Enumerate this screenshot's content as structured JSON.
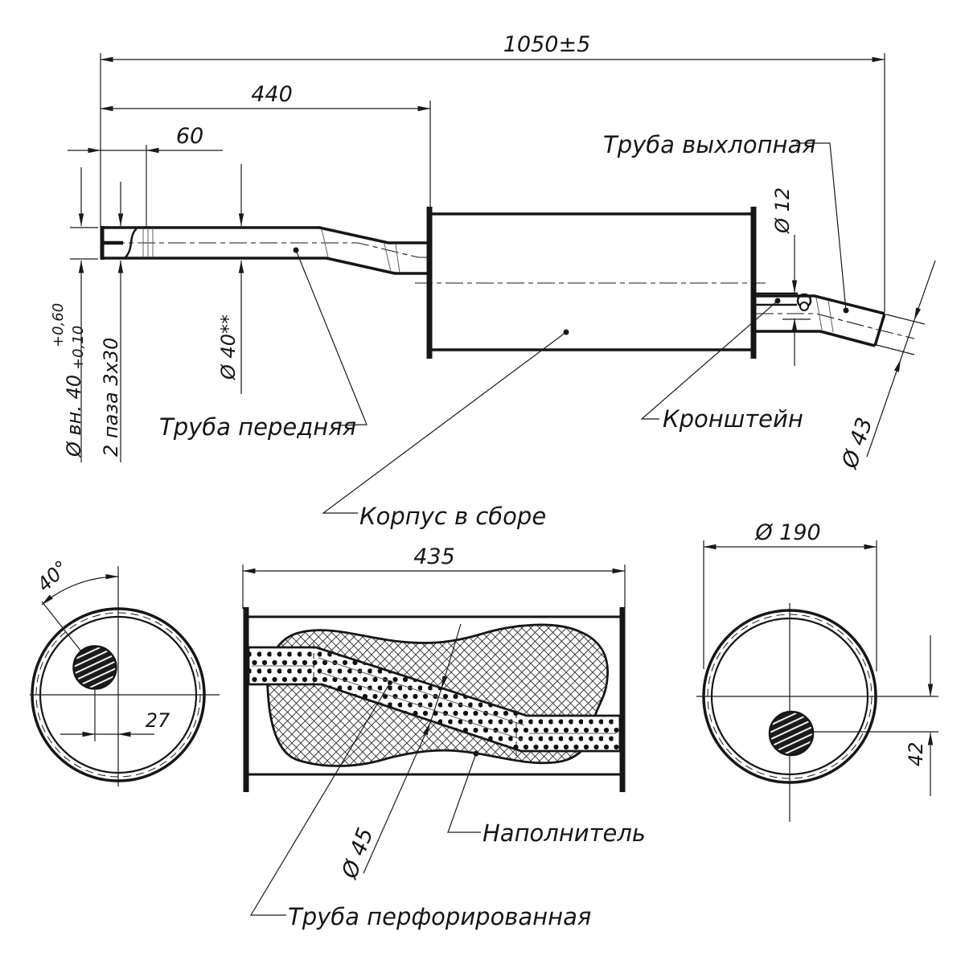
{
  "dimensions": {
    "overall_length": "1050±5",
    "front_pipe_length": "440",
    "slotted_length": "60",
    "inner_diameter": "Ø вн. 40",
    "inner_diameter_tol_upper": "+0,60",
    "inner_diameter_tol_lower": "+0,10",
    "slots": "2 паза 3х30",
    "front_pipe_diameter": "Ø 40**",
    "bracket_rod_diameter": "Ø 12",
    "exhaust_pipe_diameter": "Ø 43",
    "body_length": "435",
    "perforated_pipe_diameter": "Ø 45",
    "body_diameter": "Ø 190",
    "inlet_angle": "40°",
    "inlet_offset": "27",
    "outlet_offset": "42"
  },
  "labels": {
    "exhaust_pipe": "Труба выхлопная",
    "front_pipe": "Труба передняя",
    "bracket": "Кронштейн",
    "body_assembly": "Корпус в сборе",
    "filler": "Наполнитель",
    "perforated_pipe": "Труба перфорированная"
  }
}
